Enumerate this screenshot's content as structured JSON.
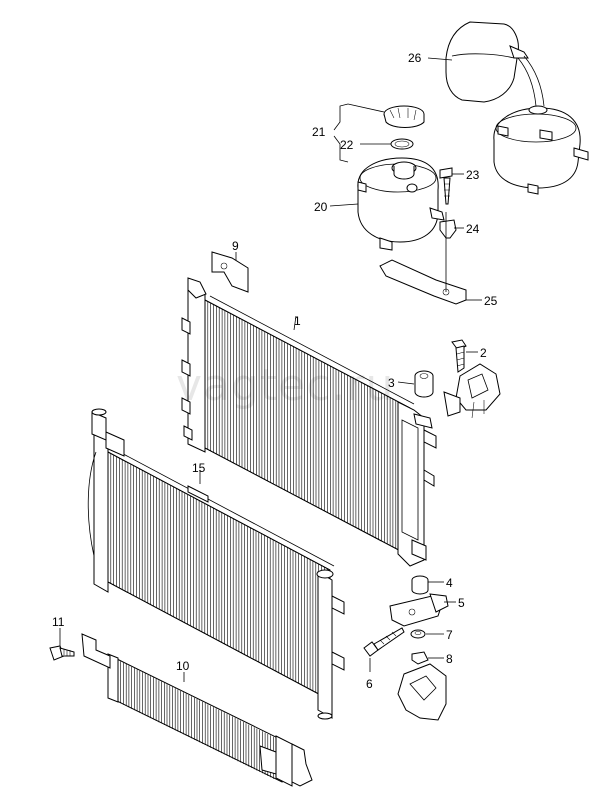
{
  "watermark": "vagtec.ru",
  "callouts": [
    {
      "id": "1",
      "label": "1"
    },
    {
      "id": "2",
      "label": "2"
    },
    {
      "id": "3",
      "label": "3"
    },
    {
      "id": "4",
      "label": "4"
    },
    {
      "id": "5",
      "label": "5"
    },
    {
      "id": "6",
      "label": "6"
    },
    {
      "id": "7",
      "label": "7"
    },
    {
      "id": "8",
      "label": "8"
    },
    {
      "id": "9",
      "label": "9"
    },
    {
      "id": "10",
      "label": "10"
    },
    {
      "id": "11",
      "label": "11"
    },
    {
      "id": "15",
      "label": "15"
    },
    {
      "id": "20",
      "label": "20"
    },
    {
      "id": "21",
      "label": "21"
    },
    {
      "id": "22",
      "label": "22"
    },
    {
      "id": "23",
      "label": "23"
    },
    {
      "id": "24",
      "label": "24"
    },
    {
      "id": "25",
      "label": "25"
    },
    {
      "id": "26",
      "label": "26"
    }
  ]
}
